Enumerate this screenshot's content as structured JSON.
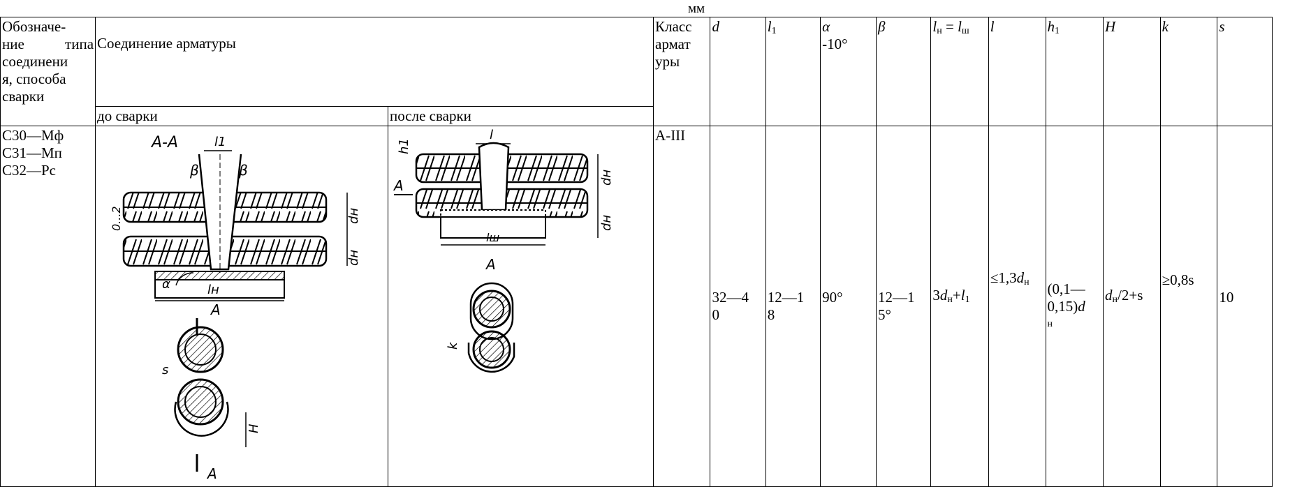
{
  "unit": "мм",
  "header": {
    "type_designation": [
      "Обозначе-",
      "ние   типа",
      "соединени",
      "я, способа",
      "сварки"
    ],
    "connection": "Соединение арматуры",
    "before_welding": "до сварки",
    "after_welding": "после сварки",
    "rebar_class": [
      "Класс",
      "армат",
      "уры"
    ],
    "d": "d",
    "l1": "l",
    "l1_sub": "1",
    "alpha": "α",
    "alpha_tol": "-10°",
    "beta": "β",
    "ln_l": "l",
    "ln_sub": "н",
    "ln_eq": " = ",
    "lsh_l": "l",
    "lsh_sub": "ш",
    "l": "l",
    "h1": "h",
    "h1_sub": "1",
    "H": "H",
    "k": "k",
    "s": "s"
  },
  "row": {
    "types": [
      "С30—Мф",
      "С31—Мп",
      "С32—Рс"
    ],
    "rebar_class": "А-III",
    "d": [
      "32—4",
      "0"
    ],
    "l1": [
      "12—1",
      "8"
    ],
    "alpha": "90°",
    "beta": [
      "12—1",
      "5°"
    ],
    "ln_prefix": "3",
    "ln_d": "d",
    "ln_d_sub": "н",
    "ln_plus": "+",
    "ln_l": "l",
    "ln_l_sub": "1",
    "l_prefix": "≤1,3",
    "l_d": "d",
    "l_d_sub": "н",
    "h1_line1": "(0,1—",
    "h1_line2": "0,15)",
    "h1_d": "d",
    "h1_d_sub": "н",
    "H_d": "d",
    "H_d_sub": "н",
    "H_rest": "/2+s",
    "k": "≥0,8s",
    "s": "10"
  },
  "drawing_before": {
    "section": "A-A",
    "l1": "l1",
    "beta_left": "β",
    "beta_right": "β",
    "gap": "0...2",
    "dn_top": "dн",
    "dn_bottom": "dн",
    "alpha": "α",
    "ln": "lн",
    "cut_top": "A",
    "s": "s",
    "H": "H",
    "cut_bottom": "A"
  },
  "drawing_after": {
    "h1": "h1",
    "l": "l",
    "arrow": "A",
    "dn_top": "dн",
    "dn_bottom": "dн",
    "lsh": "lш",
    "view": "A",
    "k": "k"
  }
}
